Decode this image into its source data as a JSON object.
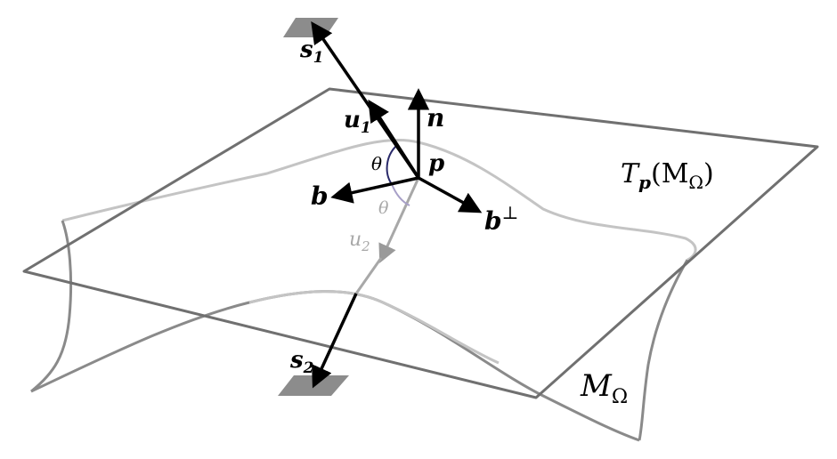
{
  "labels": {
    "s1": "s",
    "s1_sub": "1",
    "s2": "s",
    "s2_sub": "2",
    "u1": "u",
    "u1_sub": "1",
    "u2": "u",
    "u2_sub": "2",
    "n": "n",
    "p": "p",
    "b": "b",
    "b_perp": "b",
    "b_perp_sup": "⊥",
    "theta_top": "θ",
    "theta_bottom": "θ",
    "tangent_T": "T",
    "tangent_sub": "p",
    "tangent_arg": "(M",
    "tangent_arg_sub": "Ω",
    "tangent_close": ")",
    "manifold_M": "M",
    "manifold_sub": "Ω"
  },
  "colors": {
    "plane_stroke": "#707070",
    "surface_stroke": "#8a8a8a",
    "surface_ridge": "#c4c4c4",
    "vector": "#000000",
    "u2_vector": "#a8a8a8",
    "patch_fill": "#8c8c8c",
    "angle_arc_top": "#2a2a6a",
    "angle_arc_bottom": "#a8a0c8"
  }
}
